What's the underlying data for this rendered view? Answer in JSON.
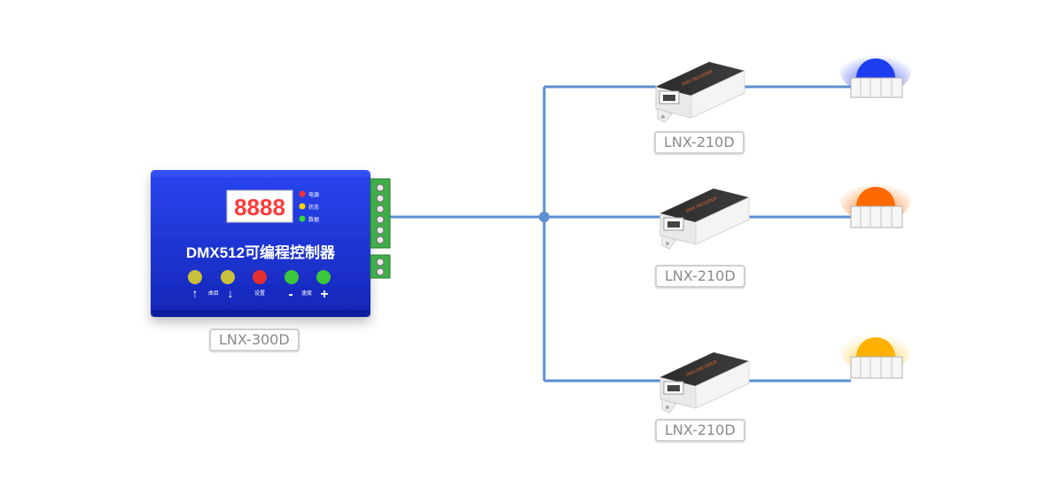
{
  "controller": {
    "model_label": "LNX-300D",
    "display_digits": "8888",
    "title": "DMX512可编程控制器",
    "indicators": [
      "电源",
      "状态",
      "数据"
    ],
    "buttons": {
      "mode_label": "曲目",
      "setting_label": "设置",
      "speed_label": "速度",
      "up_symbol": "↑",
      "down_symbol": "↓",
      "minus_symbol": "-",
      "plus_symbol": "+"
    },
    "colors": {
      "body": "#1c2fd6",
      "digits": "#ff3b3b",
      "button_yellow": "#c8c03c",
      "button_red": "#e53030",
      "button_green": "#3cc63c"
    }
  },
  "decoders": [
    {
      "model_label": "LNX-210D",
      "case_text": "DMX DECODER",
      "light_color": "#1f3df0"
    },
    {
      "model_label": "LNX-210D",
      "case_text": "DMX DECODER",
      "light_color": "#ff6a00"
    },
    {
      "model_label": "LNX-210D",
      "case_text": "DMX DECODER",
      "light_color": "#ffb000"
    }
  ],
  "wire_color": "#5b8fd0"
}
